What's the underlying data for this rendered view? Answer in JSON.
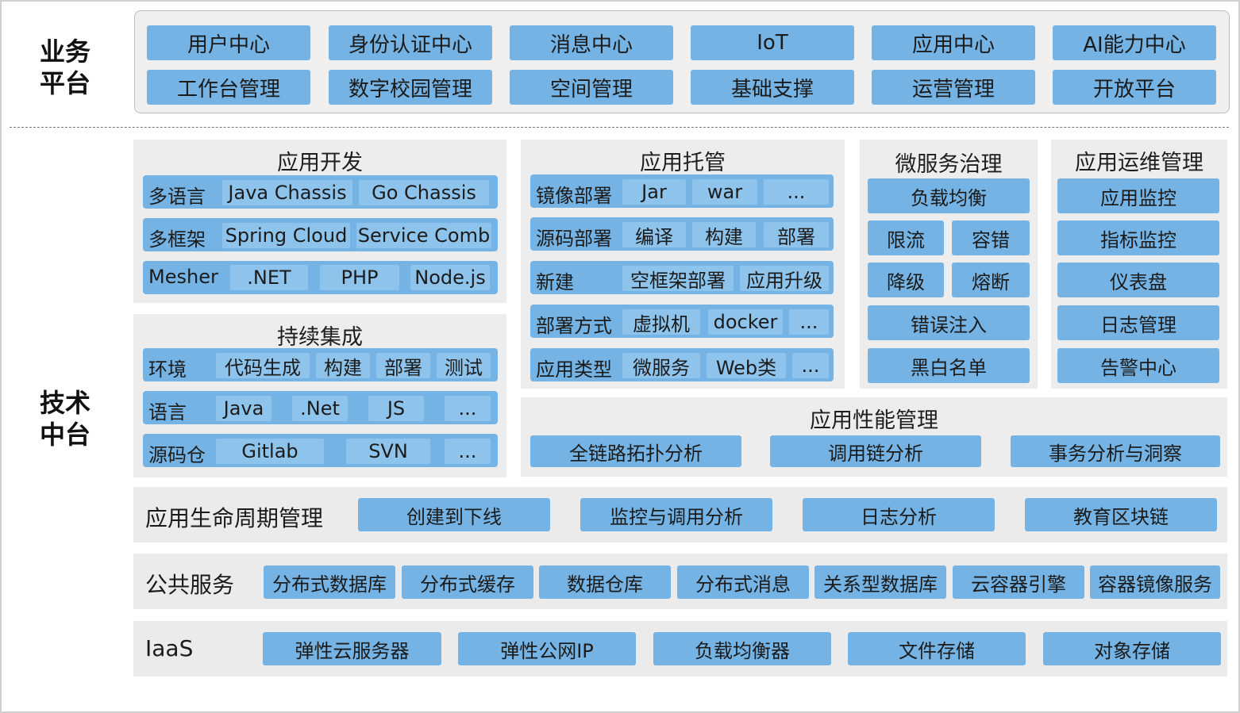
{
  "side": {
    "biz_line1": "业务",
    "biz_line2": "平台",
    "tech_line1": "技术",
    "tech_line2": "中台"
  },
  "business": {
    "row1": [
      "用户中心",
      "身份认证中心",
      "消息中心",
      "IoT",
      "应用中心",
      "AI能力中心"
    ],
    "row2": [
      "工作台管理",
      "数字校园管理",
      "空间管理",
      "基础支撑",
      "运营管理",
      "开放平台"
    ]
  },
  "app_dev": {
    "title": "应用开发",
    "rows": [
      {
        "label": "多语言",
        "items": [
          "Java Chassis",
          "Go Chassis"
        ]
      },
      {
        "label": "多框架",
        "items": [
          "Spring Cloud",
          "Service Comb"
        ]
      },
      {
        "label": "Mesher",
        "items": [
          ".NET",
          "PHP",
          "Node.js"
        ]
      }
    ]
  },
  "ci": {
    "title": "持续集成",
    "rows": [
      {
        "label": "环境",
        "items": [
          "代码生成",
          "构建",
          "部署",
          "测试"
        ]
      },
      {
        "label": "语言",
        "items": [
          "Java",
          ".Net",
          "JS",
          "..."
        ]
      },
      {
        "label": "源码仓",
        "items": [
          "Gitlab",
          "SVN",
          "..."
        ]
      }
    ]
  },
  "hosting": {
    "title": "应用托管",
    "rows": [
      {
        "label": "镜像部署",
        "items": [
          "Jar",
          "war",
          "..."
        ]
      },
      {
        "label": "源码部署",
        "items": [
          "编译",
          "构建",
          "部署"
        ]
      },
      {
        "label": "新建",
        "items": [
          "空框架部署",
          "应用升级"
        ]
      },
      {
        "label": "部署方式",
        "items": [
          "虚拟机",
          "docker",
          "..."
        ]
      },
      {
        "label": "应用类型",
        "items": [
          "微服务",
          "Web类",
          "..."
        ]
      }
    ]
  },
  "micro": {
    "title": "微服务治理",
    "items": [
      "负载均衡",
      "限流",
      "容错",
      "降级",
      "熔断",
      "错误注入",
      "黑白名单"
    ]
  },
  "ops": {
    "title": "应用运维管理",
    "items": [
      "应用监控",
      "指标监控",
      "仪表盘",
      "日志管理",
      "告警中心"
    ]
  },
  "apm": {
    "title": "应用性能管理",
    "items": [
      "全链路拓扑分析",
      "调用链分析",
      "事务分析与洞察"
    ]
  },
  "lifecycle": {
    "label": "应用生命周期管理",
    "items": [
      "创建到下线",
      "监控与调用分析",
      "日志分析",
      "教育区块链"
    ]
  },
  "public": {
    "label": "公共服务",
    "items": [
      "分布式数据库",
      "分布式缓存",
      "数据仓库",
      "分布式消息",
      "关系型数据库",
      "云容器引擎",
      "容器镜像服务"
    ]
  },
  "iaas": {
    "label": "IaaS",
    "items": [
      "弹性云服务器",
      "弹性公网IP",
      "负载均衡器",
      "文件存储",
      "对象存储"
    ]
  },
  "colors": {
    "chip": "#74b3e3",
    "inner_chip": "#8ec4ec",
    "panel": "#ededed"
  }
}
